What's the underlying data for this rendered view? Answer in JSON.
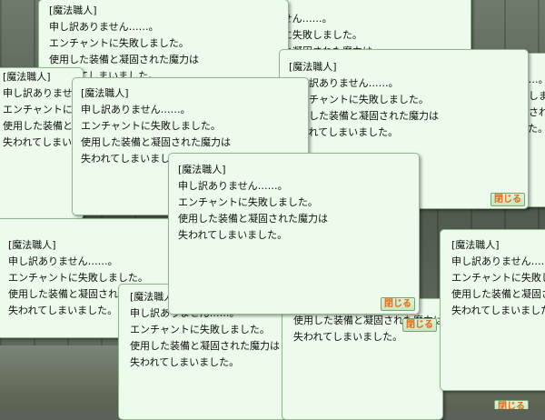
{
  "dialog": {
    "speaker": "[魔法職人]",
    "lines": [
      "申し訳ありません……。",
      "エンチャントに失敗しました。",
      "使用した装備と凝固された魔力は",
      "失われてしまいました。"
    ],
    "close_label": "閉じる"
  },
  "colors": {
    "dialog_bg": "#ecfbeb",
    "dialog_border": "#93b691",
    "close_text": "#e56b17"
  }
}
